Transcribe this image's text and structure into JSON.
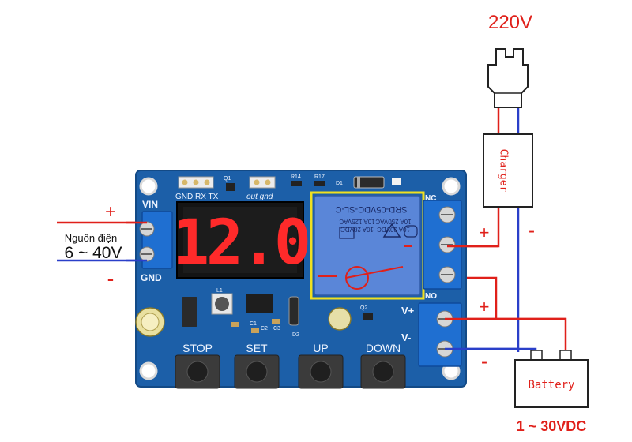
{
  "power_input": {
    "plus": "+",
    "label": "Nguồn điện",
    "range": "6 ~ 40V",
    "minus": "-"
  },
  "mains": {
    "voltage": "220V"
  },
  "charger": {
    "label": "Charger"
  },
  "battery": {
    "label": "Battery",
    "range": "1 ~ 30VDC"
  },
  "wire_signs": {
    "charger_plus": "+",
    "charger_minus": "-",
    "battery_plus": "+",
    "battery_minus": "-"
  },
  "board": {
    "display_value": "12.0",
    "header_pins": "GND RX TX",
    "out_gnd": "out gnd",
    "vin": "VIN",
    "gnd": "GND",
    "nc": "NC",
    "no": "NO",
    "v_plus": "V+",
    "v_minus": "V-",
    "buttons": [
      "STOP",
      "SET",
      "UP",
      "DOWN"
    ],
    "relay_lines": [
      "SRD-05VDC-SL-C",
      "10A 250VAC",
      "10A 30VDC",
      "10A 125VAC",
      "10A 28VDC"
    ],
    "silk": {
      "q1": "Q1",
      "r14": "R14",
      "r17": "R17",
      "d1": "D1",
      "l1": "L1",
      "c1": "C1",
      "c2": "C2",
      "c3": "C3",
      "d2": "D2",
      "q2": "Q2"
    }
  },
  "colors": {
    "pcb": "#1c5fa8",
    "wire_red": "#e0201a",
    "wire_blue": "#2a3fc9",
    "display_digits": "#ff2a2a",
    "terminal_blue": "#1f6fd1",
    "relay_frame": "#f0e020"
  }
}
